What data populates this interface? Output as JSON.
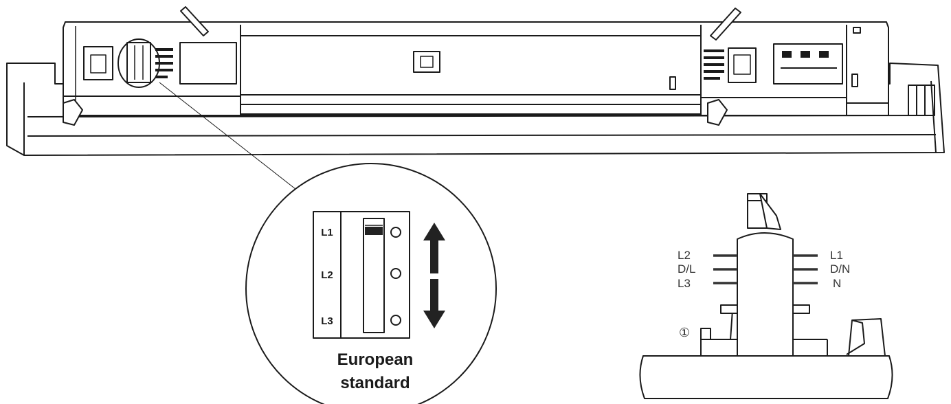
{
  "switch_detail": {
    "positions": [
      "L1",
      "L2",
      "L3"
    ],
    "caption_line1": "European",
    "caption_line2": "standard",
    "arrows": [
      "arrow-up-icon",
      "arrow-down-icon"
    ]
  },
  "connector_detail": {
    "left_pins": [
      "L2",
      "D/L",
      "L3"
    ],
    "right_pins": [
      "L1",
      "D/N",
      "N"
    ],
    "marker": "①"
  },
  "colors": {
    "stroke": "#1a1a1a",
    "fill": "#ffffff",
    "selector": "#222222"
  }
}
